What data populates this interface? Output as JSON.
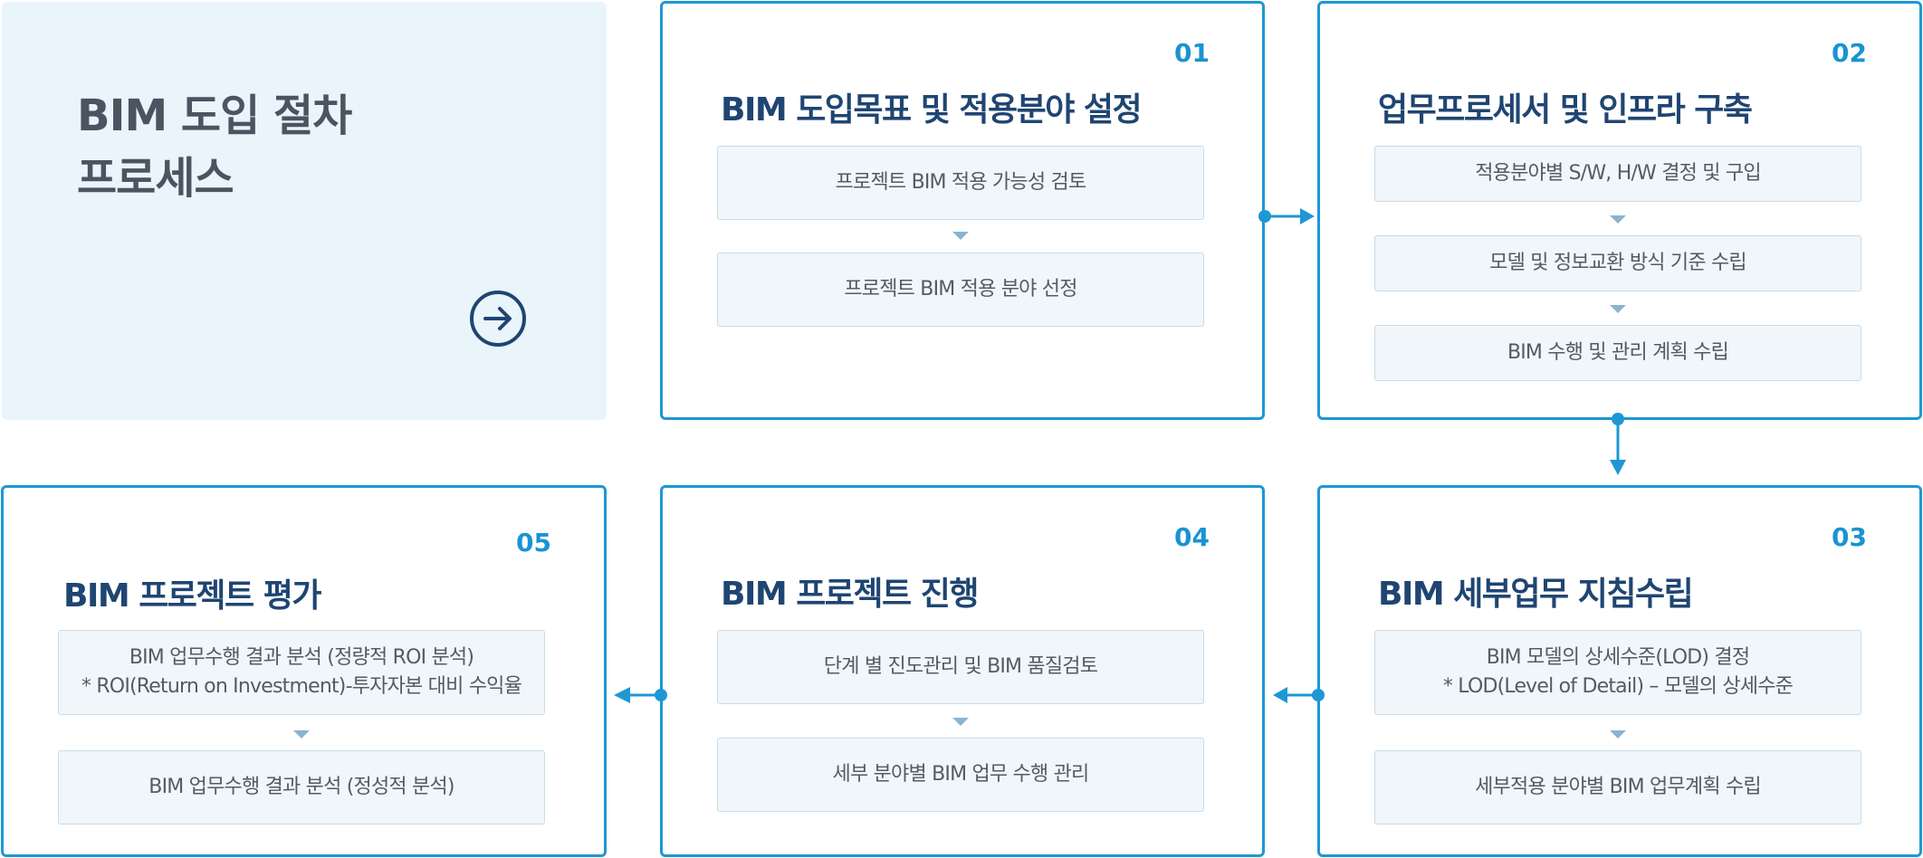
{
  "intro": {
    "title": "BIM 도입 절차\n프로세스",
    "link_icon": "arrow-right-circle-icon"
  },
  "cards": [
    {
      "num": "01",
      "title": "BIM 도입목표 및 적용분야 설정",
      "steps": [
        "프로젝트 BIM 적용 가능성 검토",
        "프로젝트 BIM 적용 분야 선정"
      ]
    },
    {
      "num": "02",
      "title": "업무프로세서 및 인프라 구축",
      "steps": [
        "적용분야별 S/W, H/W 결정 및 구입",
        "모델 및 정보교환 방식 기준 수립",
        "BIM 수행 및 관리 계획 수립"
      ]
    },
    {
      "num": "03",
      "title": "BIM 세부업무 지침수립",
      "steps": [
        "BIM 모델의 상세수준(LOD) 결정\n* LOD(Level of Detail) – 모델의 상세수준",
        "세부적용 분야별 BIM 업무계획 수립"
      ]
    },
    {
      "num": "04",
      "title": "BIM 프로젝트 진행",
      "steps": [
        "단계 별 진도관리 및 BIM 품질검토",
        "세부 분야별 BIM 업무 수행 관리"
      ]
    },
    {
      "num": "05",
      "title": "BIM 프로젝트 평가",
      "steps": [
        "BIM 업무수행 결과 분석 (정량적 ROI 분석)\n* ROI(Return on Investment)-투자자본 대비 수익율",
        "BIM 업무수행 결과 분석 (정성적 분석)"
      ]
    }
  ],
  "colors": {
    "accent": "#1f97d4",
    "title": "#1f4572",
    "intro_bg": "#eaf4fb",
    "step_bg": "#f1f6fa"
  }
}
